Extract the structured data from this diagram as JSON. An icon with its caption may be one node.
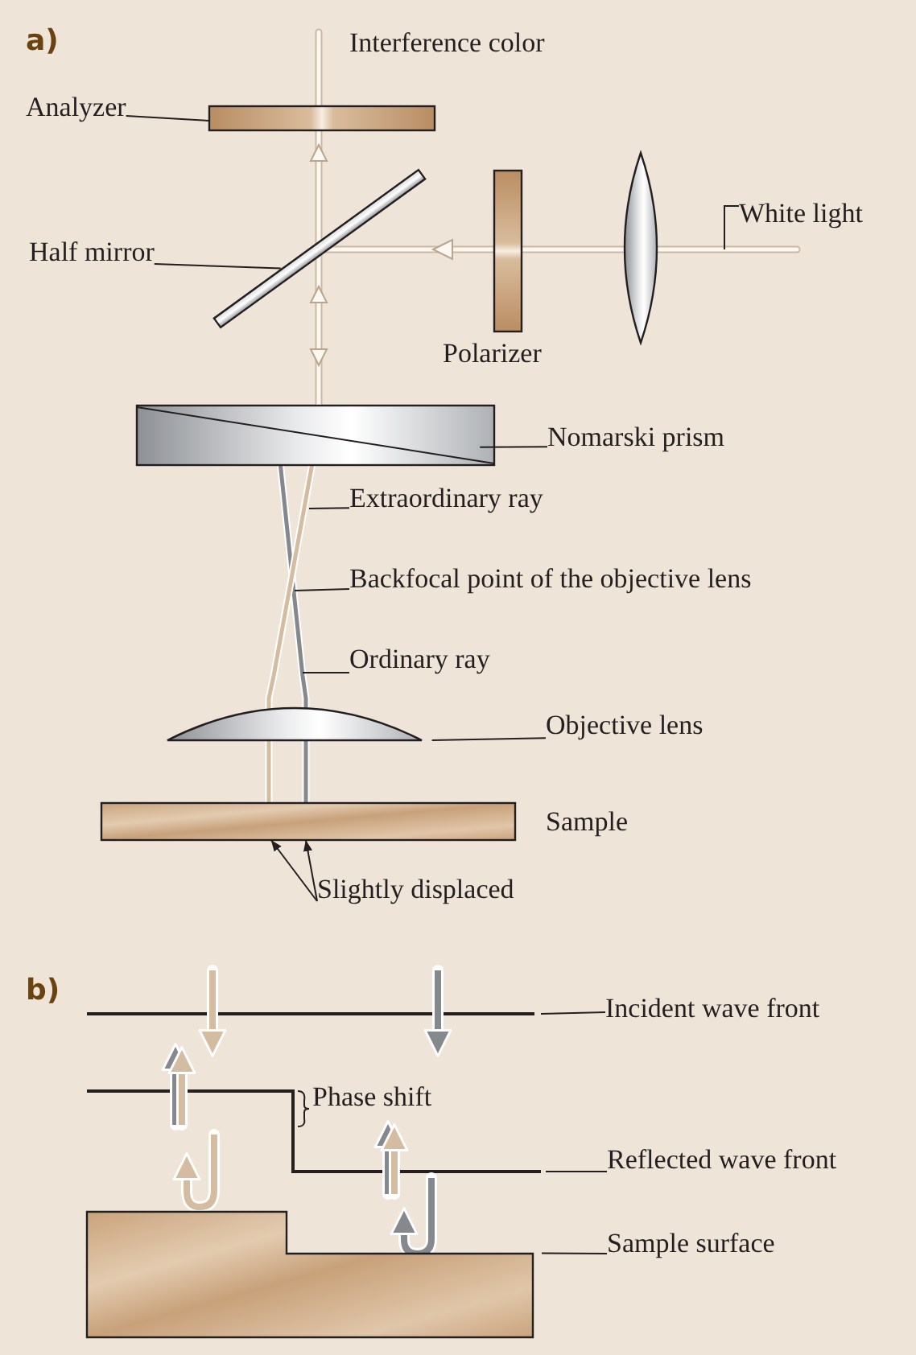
{
  "diagram": {
    "nodes": [
      {
        "text": [
          "Analyzer"
        ]
      },
      {
        "text": [],
        "shape": "bar"
      },
      {
        "text": [
          "Half mirror"
        ]
      },
      {
        "text": [],
        "shape": "bar"
      },
      {
        "text": [
          "White light"
        ]
      },
      {
        "text": [
          "Nomarski prism"
        ]
      },
      {
        "text": [],
        "shape": "box"
      },
      {
        "text": [
          "Extraordinary ray"
        ]
      },
      {
        "text": [
          "Backfocal point of the objective lens"
        ]
      },
      {
        "text": [
          "Ordinary ray"
        ]
      },
      {
        "text": [
          "Objective lens"
        ]
      },
      {
        "text": [],
        "shape": "lens"
      },
      {
        "text": [],
        "shape": "bar",
        "beside": [
          "Sample"
        ]
      },
      {
        "text": [
          "Slightly displaced"
        ]
      },
      {
        "text": [
          "Incident wave front"
        ]
      },
      {
        "text": [
          "Reflected wave front"
        ]
      },
      {
        "text": [
          "Sample surface"
        ]
      },
      {
        "text": [],
        "shape": "box"
      },
      {
        "text": [],
        "shape": "bar",
        "beside": [
          "Polarizer"
        ]
      },
      {
        "text": [],
        "shape": "lens"
      }
    ],
    "edges": [
      {
        "from": 0,
        "to": 1,
        "arrow": "none"
      },
      {
        "from": 2,
        "to": 3,
        "arrow": "none"
      },
      {
        "from": 4,
        "to": null,
        "arrow": "none"
      },
      {
        "from": 5,
        "to": 6,
        "arrow": "none"
      },
      {
        "from": 7,
        "to": null,
        "arrow": "none"
      },
      {
        "from": 8,
        "to": null,
        "arrow": "none"
      },
      {
        "from": 9,
        "to": null,
        "arrow": "none"
      },
      {
        "from": 10,
        "to": 11,
        "arrow": "none"
      },
      {
        "from": 13,
        "to": 12,
        "arrow": "to"
      },
      {
        "from": 13,
        "to": 12,
        "arrow": "to"
      },
      {
        "from": 14,
        "to": null,
        "arrow": "none"
      },
      {
        "from": 15,
        "to": null,
        "arrow": "none"
      },
      {
        "from": 16,
        "to": 17,
        "arrow": "none"
      }
    ],
    "labels": [
      "a)",
      "Interference color",
      "b)",
      "Phase shift"
    ]
  }
}
